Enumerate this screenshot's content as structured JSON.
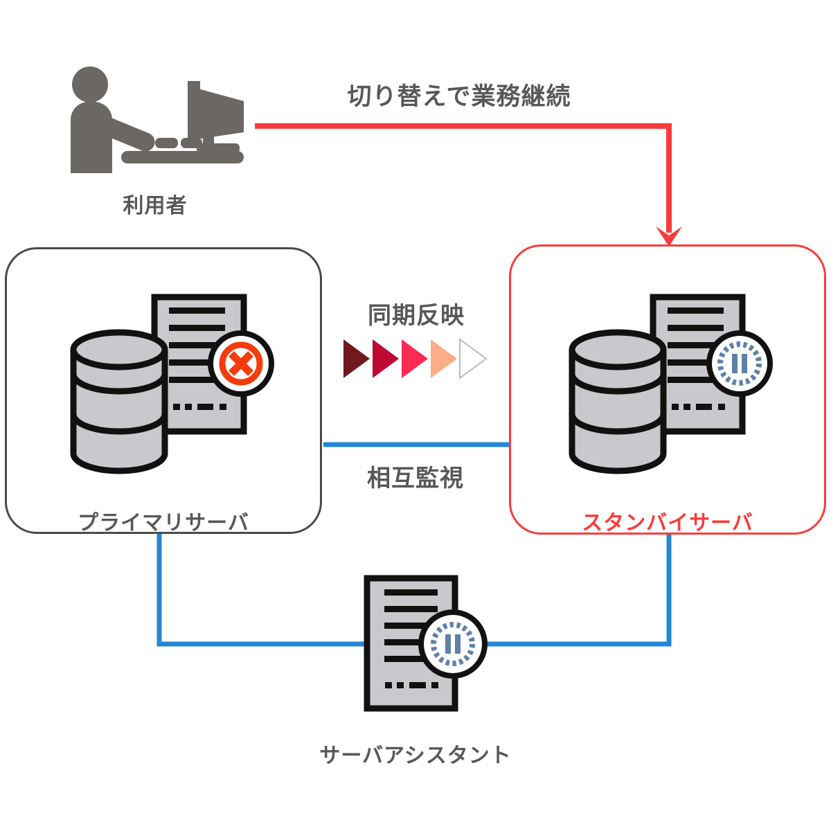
{
  "diagram": {
    "heading": "切り替えで業務継続",
    "user": {
      "label": "利用者"
    },
    "nodes": {
      "primary": {
        "label": "プライマリサーバ",
        "status_icon": "error-badge-icon"
      },
      "standby": {
        "label": "スタンバイサーバ",
        "status_icon": "pause-badge-icon"
      },
      "assistant": {
        "label": "サーバアシスタント",
        "status_icon": "pause-badge-icon"
      }
    },
    "links": {
      "sync": "同期反映",
      "monitor": "相互監視"
    },
    "colors": {
      "accent_red": "#FA3B3B",
      "link_blue": "#2386D6",
      "text_gray": "#595757",
      "border_gray": "#4A4A4A",
      "icon_gray": "#6B6762",
      "shape_fill": "#C9C9CD",
      "shape_outline": "#111111",
      "error_orange": "#F43B0C",
      "pause_blue": "#5E81A8",
      "empty_triangle_stroke": "#BBBBBB"
    },
    "sync_triangles": {
      "fills": [
        "#71191E",
        "#BE0A33",
        "#FA2C55",
        "#FBAD86",
        "#FFFFFF"
      ],
      "strokes": [
        "none",
        "none",
        "none",
        "none",
        "#BBBBBB"
      ]
    }
  }
}
